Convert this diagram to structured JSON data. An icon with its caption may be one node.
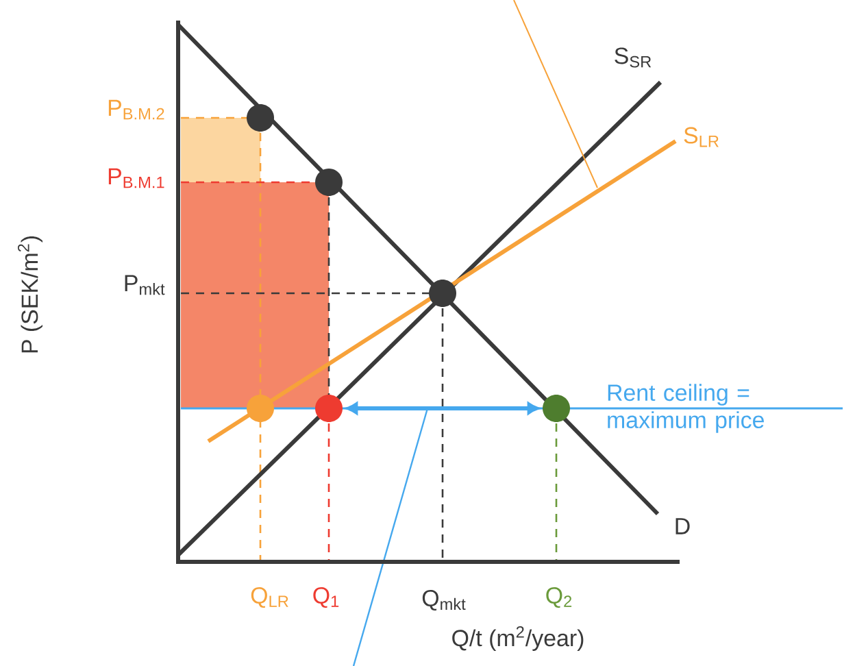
{
  "diagram": {
    "nodes": [
      {
        "text": [],
        "shape": "circle"
      },
      {
        "text": [],
        "shape": "circle"
      },
      {
        "text": [],
        "shape": "circle"
      },
      {
        "text": [],
        "shape": "circle"
      },
      {
        "text": [],
        "shape": "circle"
      },
      {
        "text": [],
        "shape": "circle"
      }
    ],
    "edges": [
      {
        "from": 4,
        "to": 5,
        "arrow": "both"
      }
    ],
    "labels": [
      "P (SEK/m$^{2}$)",
      "P$_{B.M.2}$",
      "P$_{B.M.1}$",
      "P$_{mkt}$",
      "S$_{SR}$",
      "S$_{LR}$",
      "Rent ceiling = maximum price",
      "D",
      "Q$_{LR}$",
      "Q$_{1}$",
      "Q$_{mkt}$",
      "Q$_{2}$",
      "Q/t (m$^{2}$/year)"
    ]
  }
}
